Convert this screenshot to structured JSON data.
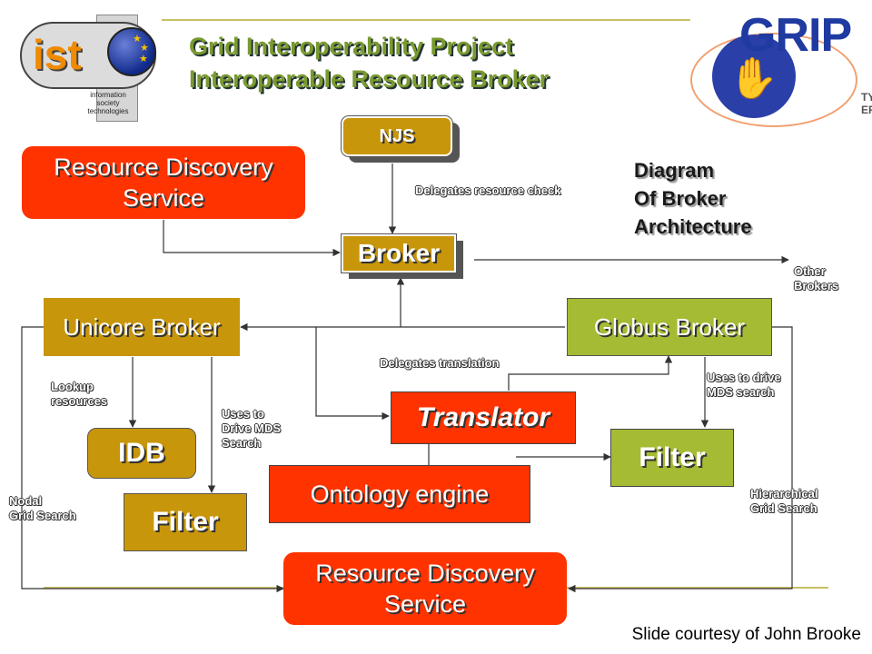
{
  "title": {
    "line1": "Grid Interoperability Project",
    "line2": "Interoperable Resource Broker"
  },
  "heading": {
    "line1": "Diagram",
    "line2": "Of Broker",
    "line3": "Architecture"
  },
  "logos": {
    "ist_text": "ist",
    "ist_caption1": "information",
    "ist_caption2": "society",
    "ist_caption3": "technologies",
    "grip_text": "GRIP",
    "grip_fragment1": "TY",
    "grip_fragment2": "ER"
  },
  "nodes": {
    "rds_top_line1": "Resource Discovery",
    "rds_top_line2": "Service",
    "njs": "NJS",
    "broker": "Broker",
    "unicore_broker": "Unicore Broker",
    "globus_broker": "Globus Broker",
    "translator": "Translator",
    "idb": "IDB",
    "filter_left": "Filter",
    "filter_right": "Filter",
    "ontology_engine": "Ontology engine",
    "rds_bottom_line1": "Resource Discovery",
    "rds_bottom_line2": "Service"
  },
  "labels": {
    "delegates_resource_check": "Delegates resource check",
    "other_brokers_1": "Other",
    "other_brokers_2": "Brokers",
    "delegates_translation": "Delegates translation",
    "lookup_1": "Lookup",
    "lookup_2": "resources",
    "uses_drive_left_1": "Uses to",
    "uses_drive_left_2": "Drive MDS",
    "uses_drive_left_3": "Search",
    "uses_drive_right_1": "Uses to drive",
    "uses_drive_right_2": "MDS search",
    "nodal_1": "Nodal",
    "nodal_2": "Grid Search",
    "hierarchical_1": "Hierarchical",
    "hierarchical_2": "Grid Search"
  },
  "credit": "Slide courtesy of John Brooke",
  "colors": {
    "red_orange": "#ff3300",
    "gold": "#c8960a",
    "olive_green": "#a5bb33",
    "title_green": "#7a9a30"
  }
}
